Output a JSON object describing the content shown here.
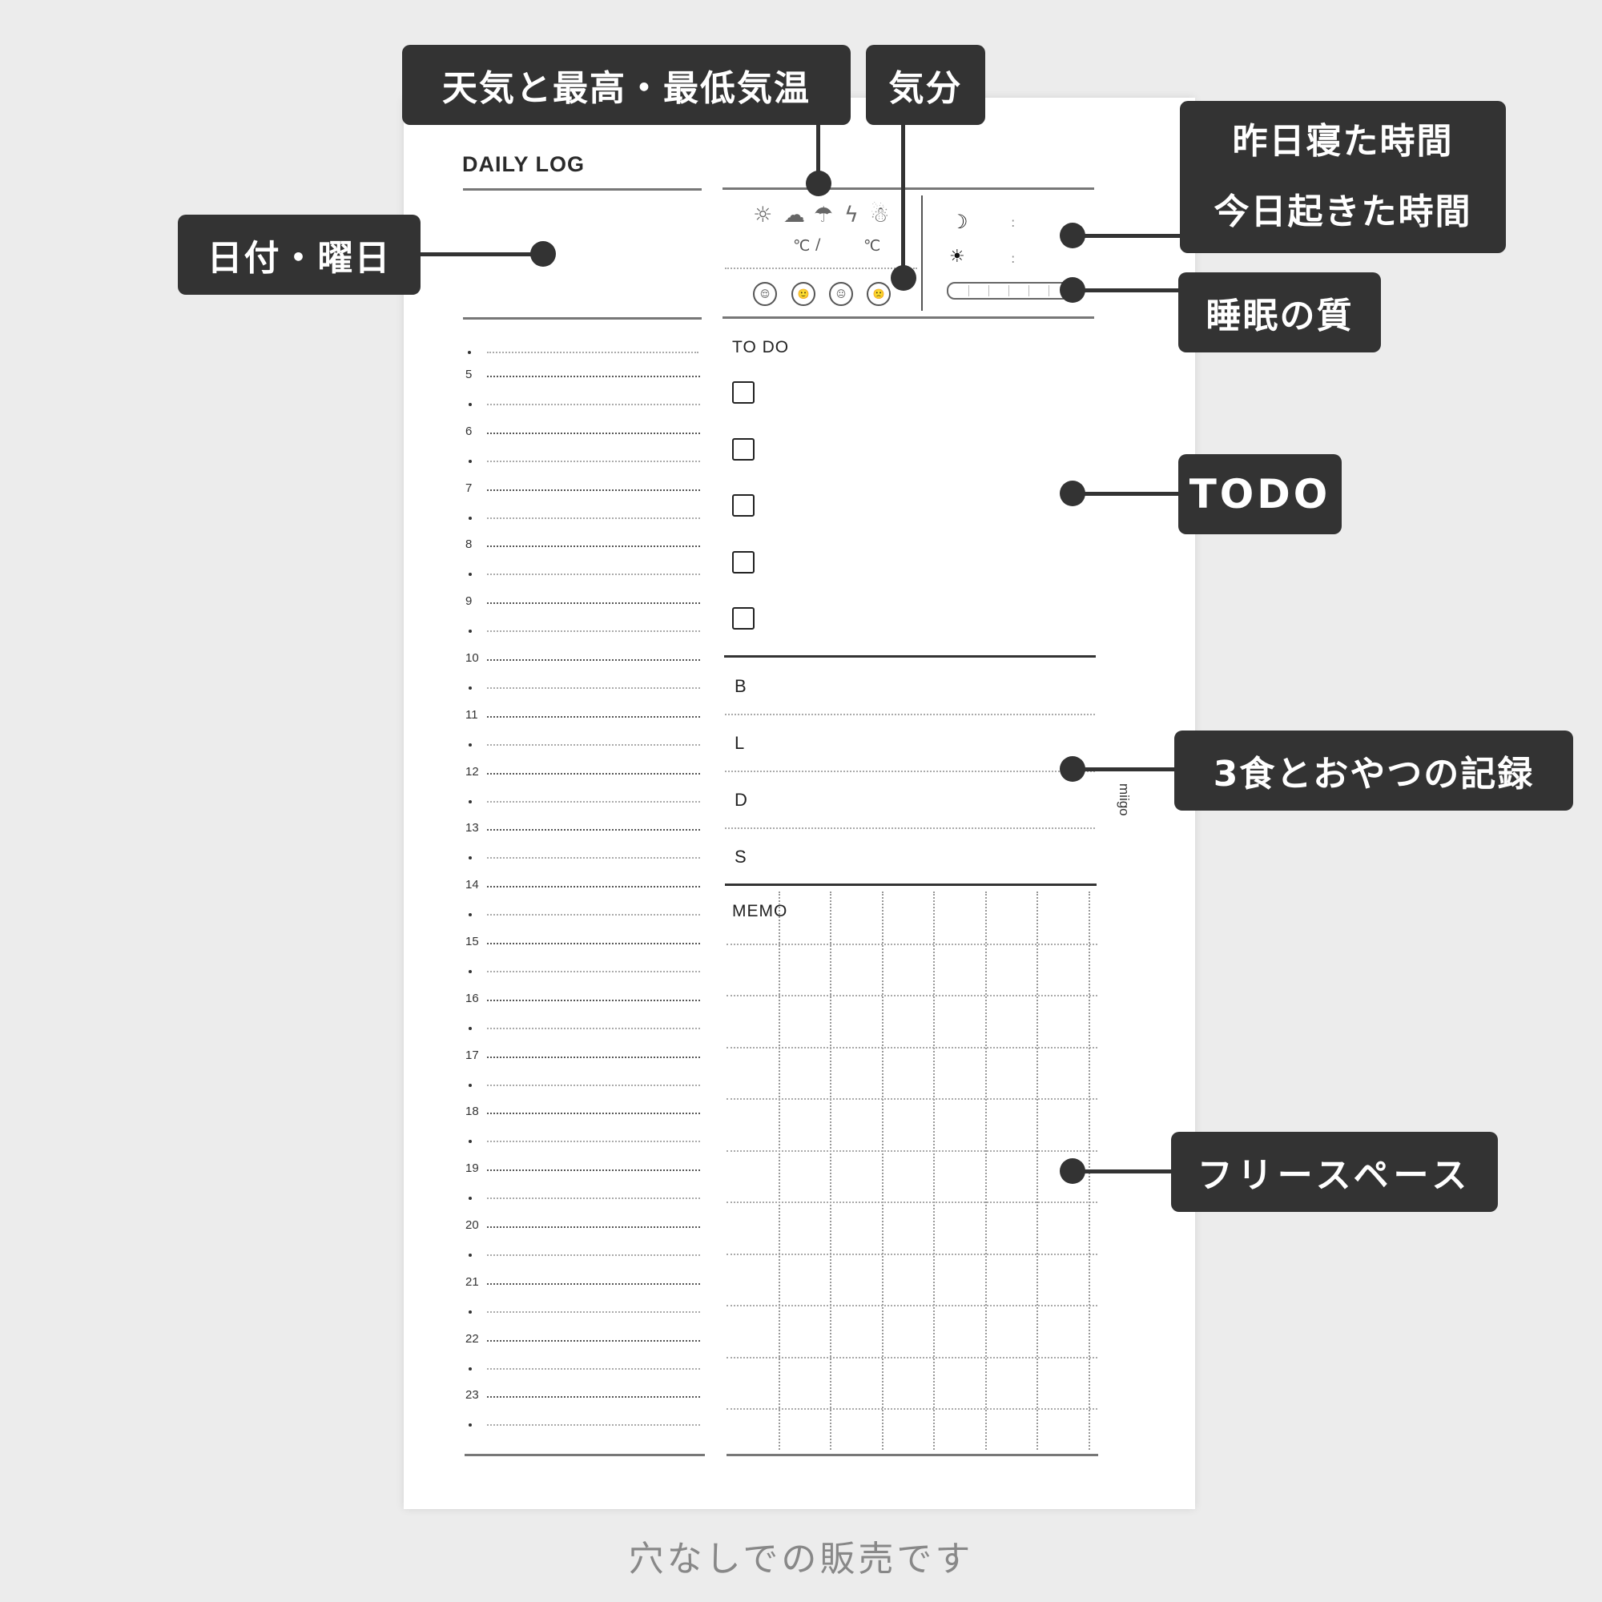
{
  "page": {
    "title": "DAILY LOG",
    "brand": "miigo",
    "footer_note": "穴なしでの販売です"
  },
  "schedule": {
    "hours": [
      "5",
      "6",
      "7",
      "8",
      "9",
      "10",
      "11",
      "12",
      "13",
      "14",
      "15",
      "16",
      "17",
      "18",
      "19",
      "20",
      "21",
      "22",
      "23"
    ]
  },
  "weather": {
    "icons": [
      "sun-icon",
      "cloud-icon",
      "umbrella-icon",
      "lightning-icon",
      "snowman-icon"
    ],
    "icon_glyphs": [
      "☼",
      "☁",
      "☂",
      "ϟ",
      "☃"
    ],
    "temp_high_unit": "℃",
    "temp_sep": "/",
    "temp_low_unit": "℃"
  },
  "mood": {
    "faces": [
      "😌",
      "🙂",
      "😐",
      "🙁"
    ]
  },
  "sleep": {
    "bedtime_icon": "☽",
    "wake_icon": "☀",
    "colon": ":"
  },
  "todo": {
    "label": "TO DO",
    "item_count": 5
  },
  "meals": {
    "labels": [
      "B",
      "L",
      "D",
      "S"
    ]
  },
  "memo": {
    "label": "MEMO"
  },
  "callouts": {
    "date": "日付・曜日",
    "weather": "天気と最高・最低気温",
    "mood": "気分",
    "sleep_time_line1": "昨日寝た時間",
    "sleep_time_line2": "今日起きた時間",
    "sleep_quality": "睡眠の質",
    "todo": "TODO",
    "meals": "3食とおやつの記録",
    "free_space": "フリースペース"
  },
  "colors": {
    "background": "#ececec",
    "paper": "#ffffff",
    "callout": "#333333",
    "callout_text": "#ffffff"
  }
}
